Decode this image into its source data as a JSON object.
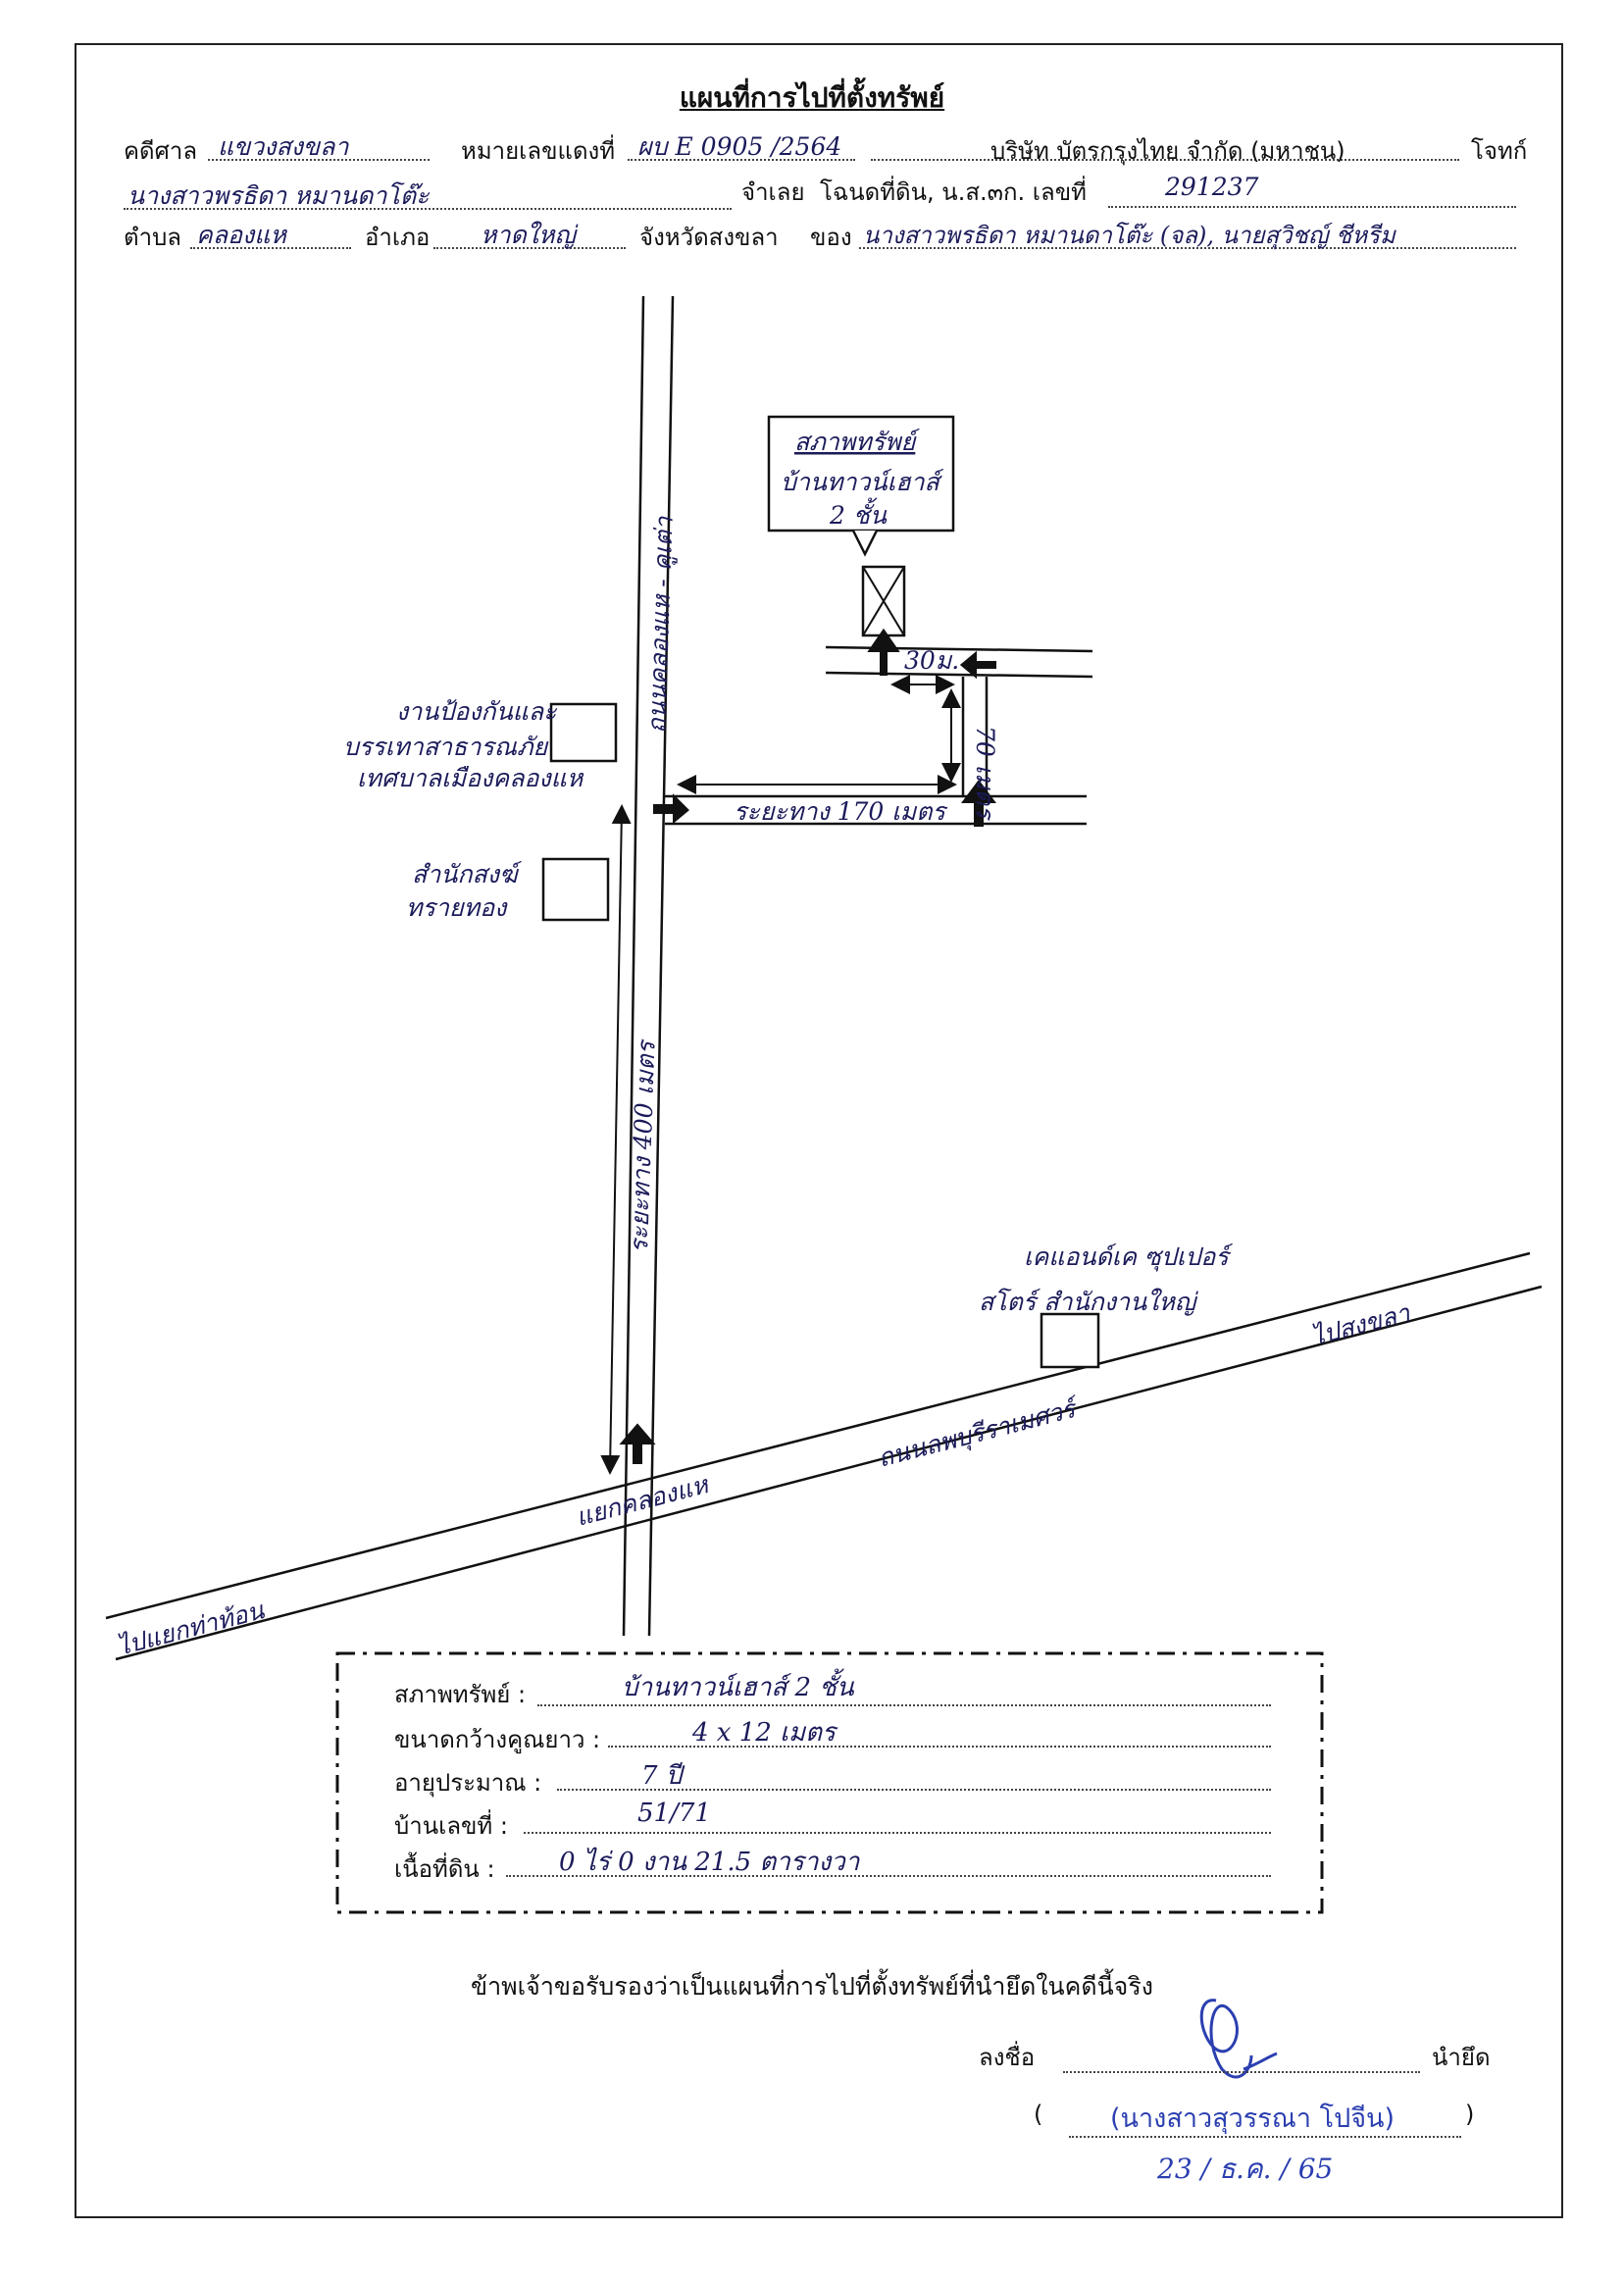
{
  "header": {
    "title": "แผนที่การไปที่ตั้งทรัพย์",
    "court_label": "คดีศาล",
    "court_value": "แขวงสงขลา",
    "case_no_label": "หมายเลขแดงที่",
    "case_no_value": "ผบ E 0905 /2564",
    "plaintiff_name": "บริษัท บัตรกรุงไทย จำกัด (มหาชน)",
    "plaintiff_label": "โจทก์",
    "defendant_value": "นางสาวพรธิดา หมานดาโต๊ะ",
    "defendant_label": "จำเลย",
    "deed_label": "โฉนดที่ดิน, น.ส.๓ก. เลขที่",
    "deed_value": "291237",
    "subdistrict_label": "ตำบล",
    "subdistrict_value": "คลองแห",
    "district_label": "อำเภอ",
    "district_value": "หาดใหญ่",
    "province_text": "จังหวัดสงขลา",
    "owner_label": "ของ",
    "owner_value": "นางสาวพรธิดา หมานดาโต๊ะ (จล), นายสุวิชญ์ ชีหรีม"
  },
  "map": {
    "property_box_title": "สภาพทรัพย์",
    "property_box_line1": "บ้านทาวน์เฮาส์",
    "property_box_line2": "2 ชั้น",
    "distance_30": "30ม.",
    "distance_70": "70 เมตร",
    "distance_170": "ระยะทาง 170 เมตร",
    "distance_400": "ระยะทาง 400 เมตร",
    "road_main": "ถนนคลองแห - คูเต่า",
    "landmark_1_line1": "งานป้องกันและ",
    "landmark_1_line2": "บรรเทาสาธารณภัย",
    "landmark_1_line3": "เทศบาลเมืองคลองแห",
    "landmark_2_line1": "สำนักสงฆ์",
    "landmark_2_line2": "ทรายทอง",
    "landmark_3_line1": "เคแอนด์เค ซุปเปอร์",
    "landmark_3_line2": "สโตร์ สำนักงานใหญ่",
    "road_highway": "ถนนลพบุรีราเมศวร์",
    "to_songkhla": "ไปสงขลา",
    "junction": "แยกคลองแห",
    "to_thatong": "ไปแยกท่าท้อน"
  },
  "info": {
    "condition_label": "สภาพทรัพย์ :",
    "condition_value": "บ้านทาวน์เฮาส์ 2 ชั้น",
    "size_label": "ขนาดกว้างคูณยาว :",
    "size_value": "4 x 12 เมตร",
    "age_label": "อายุประมาณ :",
    "age_value": "7 ปี",
    "house_no_label": "บ้านเลขที่ :",
    "house_no_value": "51/71",
    "land_label": "เนื้อที่ดิน :",
    "land_value": "0 ไร่ 0 งาน 21.5 ตารางวา"
  },
  "footer": {
    "certification": "ข้าพเจ้าขอรับรองว่าเป็นแผนที่การไปที่ตั้งทรัพย์ที่นำยึดในคดีนี้จริง",
    "sign_label": "ลงชื่อ",
    "role_label": "นำยึด",
    "open_paren": "(",
    "signer_name": "(นางสาวสุวรรณา โปจีน)",
    "close_paren": ")",
    "date": "23 / ธ.ค. / 65"
  }
}
